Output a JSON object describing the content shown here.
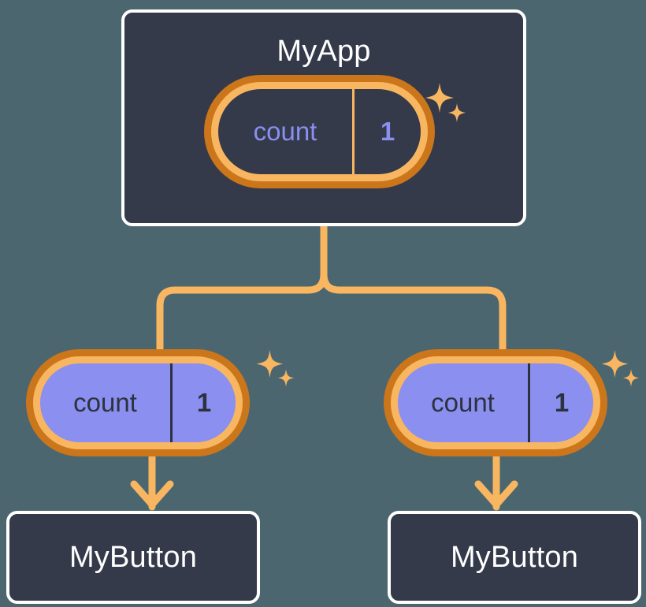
{
  "palette": {
    "background": "#4c6670",
    "card_bg": "#343a4a",
    "card_border": "#ffffff",
    "pill_ring_inner": "#f8b661",
    "pill_ring_outer": "#cb761b",
    "pill_fill_purple": "#8a8ff0",
    "state_text_purple": "#8a8ff0",
    "state_text_dark": "#2d323f",
    "connector": "#f8b661",
    "sparkle": "#f8b661"
  },
  "root": {
    "title": "MyApp",
    "state": {
      "key": "count",
      "value": "1"
    },
    "sparkle_icon": "sparkle-icon"
  },
  "children": [
    {
      "state": {
        "key": "count",
        "value": "1"
      },
      "component": {
        "title": "MyButton"
      },
      "sparkle_icon": "sparkle-icon"
    },
    {
      "state": {
        "key": "count",
        "value": "1"
      },
      "component": {
        "title": "MyButton"
      },
      "sparkle_icon": "sparkle-icon"
    }
  ]
}
